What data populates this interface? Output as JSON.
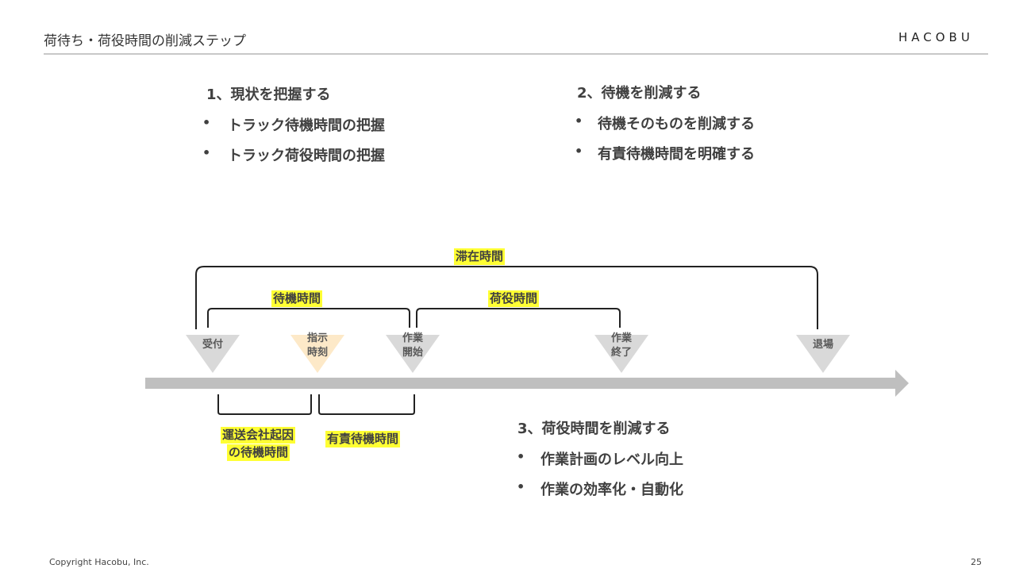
{
  "header": {
    "title": "荷待ち・荷役時間の削減ステップ",
    "logo": "HACOBU"
  },
  "sections": [
    {
      "heading": "1、現状を把握する",
      "bullets": [
        "トラック待機時間の把握",
        "トラック荷役時間の把握"
      ]
    },
    {
      "heading": "2、待機を削減する",
      "bullets": [
        "待機そのものを削減する",
        "有責待機時間を明確する"
      ]
    },
    {
      "heading": "3、荷役時間を削減する",
      "bullets": [
        "作業計画のレベル向上",
        "作業の効率化・自動化"
      ]
    }
  ],
  "bullet_symbol": "•",
  "diagram": {
    "stay_time": "滞在時間",
    "wait_time": "待機時間",
    "handling_time": "荷役時間",
    "milestones": [
      {
        "line1": "受付",
        "line2": "",
        "color": "#d9d9d9"
      },
      {
        "line1": "指示",
        "line2": "時刻",
        "color": "#fde9c8"
      },
      {
        "line1": "作業",
        "line2": "開始",
        "color": "#d9d9d9"
      },
      {
        "line1": "作業",
        "line2": "終了",
        "color": "#d9d9d9"
      },
      {
        "line1": "退場",
        "line2": "",
        "color": "#d9d9d9"
      }
    ],
    "carrier_wait_line1": "運送会社起因",
    "carrier_wait_line2": "の待機時間",
    "liable_wait": "有責待機時間",
    "highlight_color": "#ffff33"
  },
  "footer": {
    "copyright": "Copyright Hacobu, Inc.",
    "page": "25"
  }
}
